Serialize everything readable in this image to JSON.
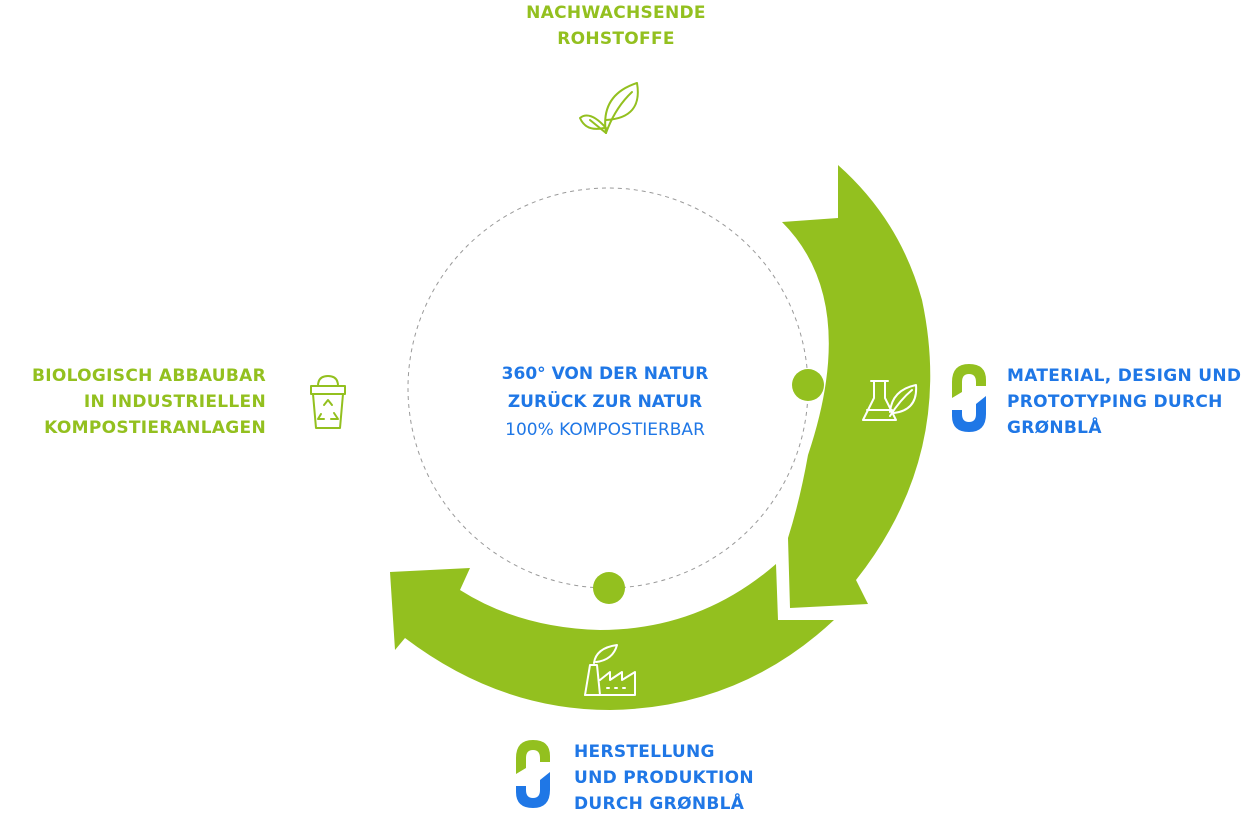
{
  "colors": {
    "green": "#93c01f",
    "blue": "#1f77e6",
    "dashed_circle": "#9a9a9a"
  },
  "center": {
    "line1": "360° VON DER NATUR",
    "line2": "ZURÜCK ZUR NATUR",
    "line3": "100% KOMPOSTIERBAR"
  },
  "stages": {
    "renewable": {
      "line1": "NACHWACHSENDE",
      "line2": "ROHSTOFFE",
      "icon": "leaf-icon"
    },
    "material": {
      "line1": "MATERIAL, DESIGN UND",
      "line2": "PROTOTYPING DURCH",
      "line3": "GRØNBLÅ",
      "icon": "lab-flask-leaf-icon",
      "logo": "gronbla-logo"
    },
    "production": {
      "line1": "HERSTELLUNG",
      "line2": "UND PRODUKTION",
      "line3": "DURCH GRØNBLÅ",
      "icon": "factory-icon",
      "logo": "gronbla-logo"
    },
    "compost": {
      "line1": "BIOLOGISCH ABBAUBAR",
      "line2": "IN INDUSTRIELLEN",
      "line3": "KOMPOSTIERANLAGEN",
      "icon": "recycle-bin-icon"
    }
  }
}
